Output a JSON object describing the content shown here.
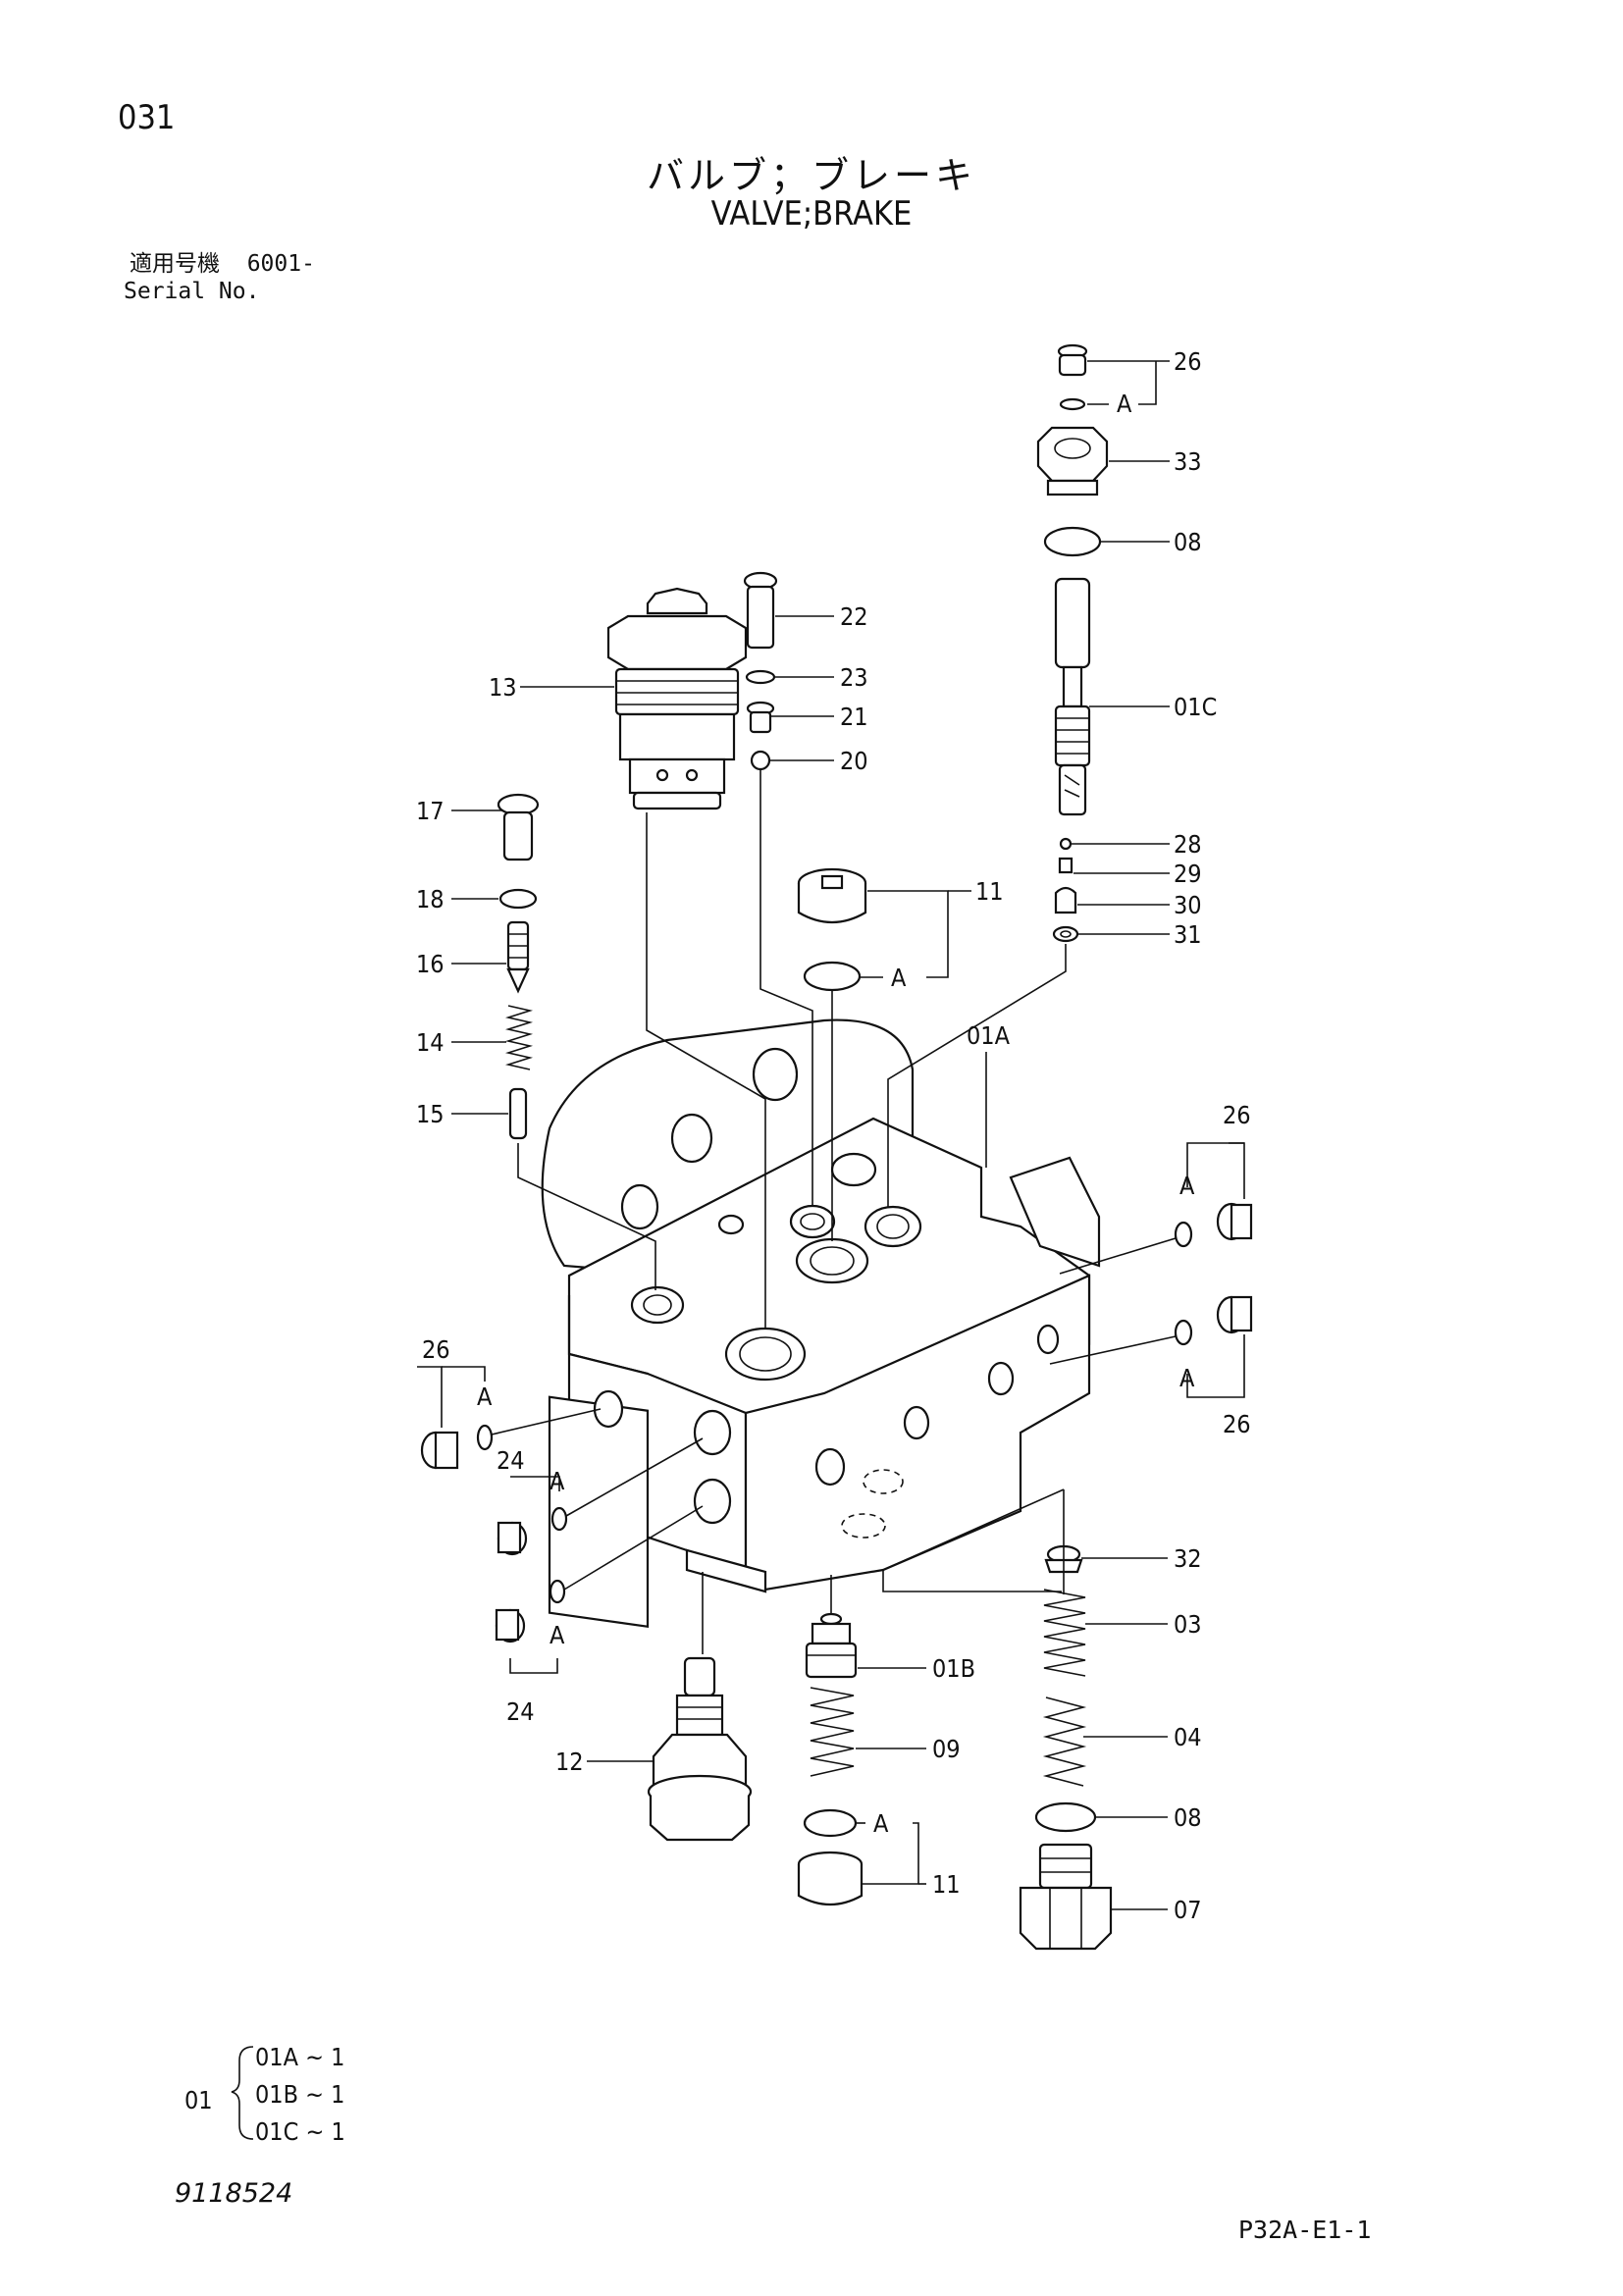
{
  "page_number": "031",
  "title_jp": "バルブ；ブレーキ",
  "title_en": "VALVE;BRAKE",
  "serial": {
    "label_jp": "適用号機",
    "value": "6001-",
    "label_en": "Serial No."
  },
  "doc_number": "9118524",
  "page_code": "P32A-E1-1",
  "assembly": {
    "label": "01",
    "rows": [
      "01A ~ 1",
      "01B ~ 1",
      "01C ~ 1"
    ]
  },
  "callouts": {
    "p26": "26",
    "p33": "33",
    "p08": "08",
    "p01C": "01C",
    "p22": "22",
    "p23": "23",
    "p21": "21",
    "p20": "20",
    "p13": "13",
    "p17": "17",
    "p18": "18",
    "p16": "16",
    "p14": "14",
    "p15": "15",
    "p11": "11",
    "p28": "28",
    "p29": "29",
    "p30": "30",
    "p31": "31",
    "p01A": "01A",
    "p24": "24",
    "p32": "32",
    "p03": "03",
    "p04": "04",
    "p07": "07",
    "p12": "12",
    "p01B": "01B",
    "p09": "09",
    "a": "A"
  }
}
